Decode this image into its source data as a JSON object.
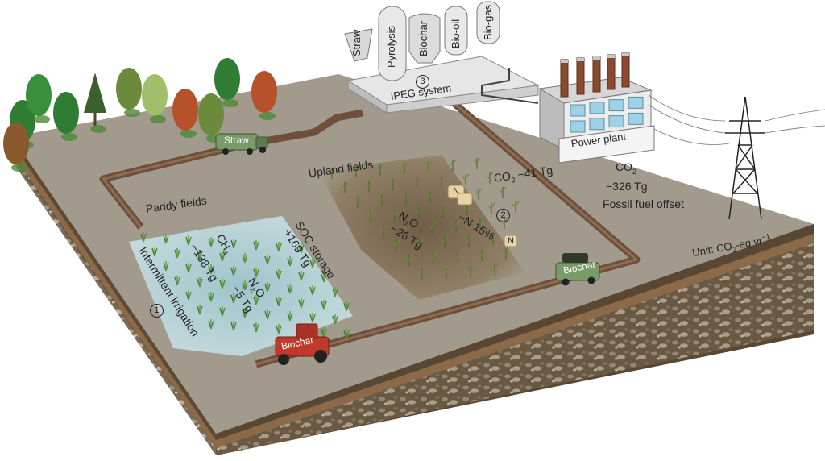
{
  "facility": {
    "straw": "Straw",
    "pyrolysis": "Pyrolysis",
    "biochar": "Biochar",
    "bio_oil": "Bio-oil",
    "bio_gas": "Bio-gas",
    "ipeg_number": "3",
    "ipeg_system": "IPEG system"
  },
  "power_plant": "Power plant",
  "power_co2": "CO",
  "power_co2_sub": "2",
  "power_value": "−326 Tg",
  "fossil_offset": "Fossil fuel offset",
  "unit_prefix": "Unit: CO",
  "unit_sub": "2",
  "unit_mid": "-eq yr",
  "unit_sup": "−1",
  "paddy": {
    "title": "Paddy fields",
    "ch4": "CH",
    "ch4_sub": "4",
    "ch4_value": "−138 Tg",
    "n2o": "N",
    "n2o_sub": "2",
    "n2o_tail": "O",
    "n2o_value": "−5 Tg",
    "strategy": "Intermittent irrigation",
    "number": "1"
  },
  "soc": {
    "line1": "SOC storage",
    "line2": "+169 Tg"
  },
  "upland": {
    "title": "Upland fields",
    "n2o": "N",
    "n2o_sub": "2",
    "n2o_tail": "O",
    "n2o_value": "−26 Tg",
    "n_label": "N",
    "n_reduction": "−N 15%",
    "co2": "CO",
    "co2_sub": "2",
    "co2_value": "−41 Tg",
    "number": "2"
  },
  "vehicles": {
    "straw_truck": "Straw",
    "biochar_truck": "Biochar",
    "biochar_tractor": "Biochar"
  },
  "colors": {
    "ground_top": "#a29a8c",
    "ground_front": "#6c5a42",
    "soil_dark": "#4a3a28",
    "road": "#6d4f3a",
    "paddy_water": "#bcd7dc",
    "upland_soil": "#7e6b52",
    "tree_green": "#2e7d32",
    "tree_autumn": "#b5522c",
    "tractor": "#c0392b",
    "truck": "#7a9a6a"
  }
}
